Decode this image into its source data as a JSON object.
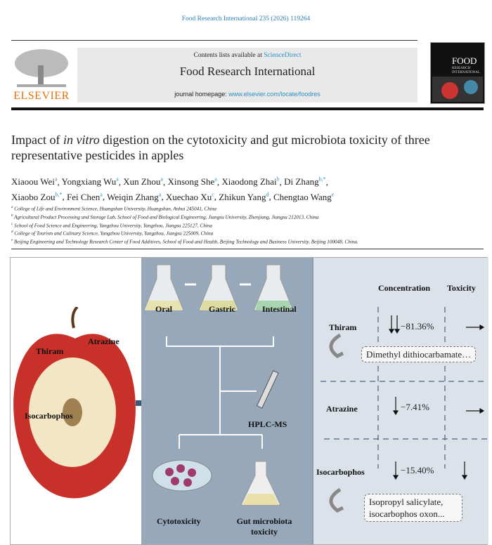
{
  "header": {
    "citation": "Food Research International 235 (2026) 119264",
    "contents_prefix": "Contents lists available at ",
    "contents_link": "ScienceDirect",
    "journal_title": "Food Research International",
    "homepage_prefix": "journal homepage: ",
    "homepage_link": "www.elsevier.com/locate/foodres",
    "publisher": "ELSEVIER",
    "cover_title": "FOOD",
    "cover_subtitle": "RESEARCH INTERNATIONAL"
  },
  "article": {
    "title_pre": "Impact of ",
    "title_italic": "in vitro",
    "title_post": " digestion on the cytotoxicity and gut microbiota toxicity of three representative pesticides in apples",
    "authors": [
      {
        "name": "Xiaoou Wei",
        "sup": "a"
      },
      {
        "name": "Yongxiang Wu",
        "sup": "a"
      },
      {
        "name": "Xun Zhou",
        "sup": "a"
      },
      {
        "name": "Xinsong She",
        "sup": "a"
      },
      {
        "name": "Xiaodong Zhai",
        "sup": "b"
      },
      {
        "name": "Di Zhang",
        "sup": "b,*"
      },
      {
        "name": "Xiaobo Zou",
        "sup": "b,*"
      },
      {
        "name": "Fei Chen",
        "sup": "a"
      },
      {
        "name": "Weiqin Zhang",
        "sup": "a"
      },
      {
        "name": "Xuechao Xu",
        "sup": "c"
      },
      {
        "name": "Zhikun Yang",
        "sup": "d"
      },
      {
        "name": "Chengtao Wang",
        "sup": "e"
      }
    ],
    "affiliations": [
      {
        "sup": "a",
        "text": "College of Life and Environment Science, Huangshan University, Huangshan, Anhui 245041, China"
      },
      {
        "sup": "b",
        "text": "Agricultural Product Processing and Storage Lab, School of Food and Biological Engineering, Jiangsu University, Zhenjiang, Jiangsu 212013, China"
      },
      {
        "sup": "c",
        "text": "School of Food Science and Engineering, Yangzhou University, Yangzhou, Jiangsu 225127, China"
      },
      {
        "sup": "d",
        "text": "College of Tourism and Culinary Science, Yangzhou University, Yangzhou, Jiangsu 225009, China"
      },
      {
        "sup": "e",
        "text": "Beijing Engineering and Technology Research Center of Food Additives, School of Food and Health, Beijing Technology and Business University, Beijing 100048, China."
      }
    ]
  },
  "graphical_abstract": {
    "left": {
      "thiram": "Thiram",
      "atrazine": "Atrazine",
      "isocarbophos": "Isocarbophos"
    },
    "middle": {
      "oral": "Oral",
      "gastric": "Gastric",
      "intestinal": "Intestinal",
      "hplc": "HPLC-MS",
      "cytotoxicity": "Cytotoxicity",
      "gut": "Gut microbiota toxicity"
    },
    "right": {
      "col_concentration": "Concentration",
      "col_toxicity": "Toxicity",
      "rows": [
        {
          "name": "Thiram",
          "change": "−81.36%",
          "product": "Dimethyl dithiocarbamate…"
        },
        {
          "name": "Atrazine",
          "change": "−7.41%"
        },
        {
          "name": "Isocarbophos",
          "change": "−15.40%",
          "product": "Isopropyl salicylate, isocarbophos oxon..."
        }
      ]
    }
  }
}
